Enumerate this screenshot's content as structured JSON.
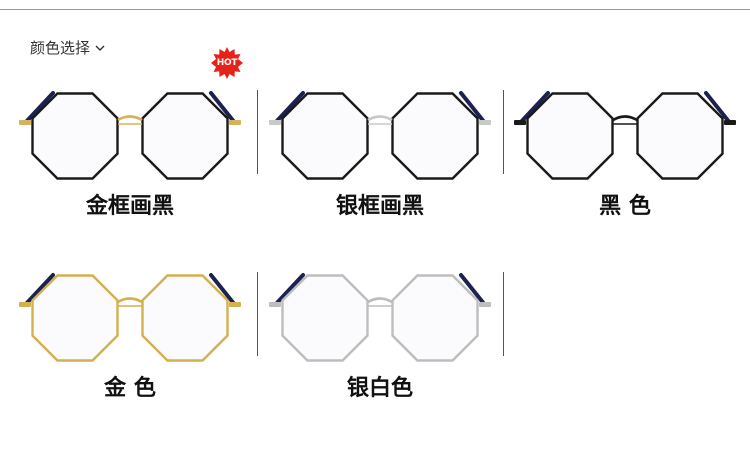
{
  "header": {
    "title": "颜色选择",
    "chevron_icon": "chevron-down-icon"
  },
  "badge": {
    "text": "HOT",
    "color": "#e5231b"
  },
  "products": [
    {
      "label": "金框画黑",
      "frame_color": "#1a1a1a",
      "bridge_color": "#d6b25a"
    },
    {
      "label": "银框画黑",
      "frame_color": "#1a1a1a",
      "bridge_color": "#c9c9c9"
    },
    {
      "label": "黑  色",
      "frame_color": "#1a1a1a",
      "bridge_color": "#1a1a1a"
    },
    {
      "label": "金  色",
      "frame_color": "#d4b04e",
      "bridge_color": "#d4b04e"
    },
    {
      "label": "银白色",
      "frame_color": "#bdbdbd",
      "bridge_color": "#bdbdbd"
    }
  ]
}
